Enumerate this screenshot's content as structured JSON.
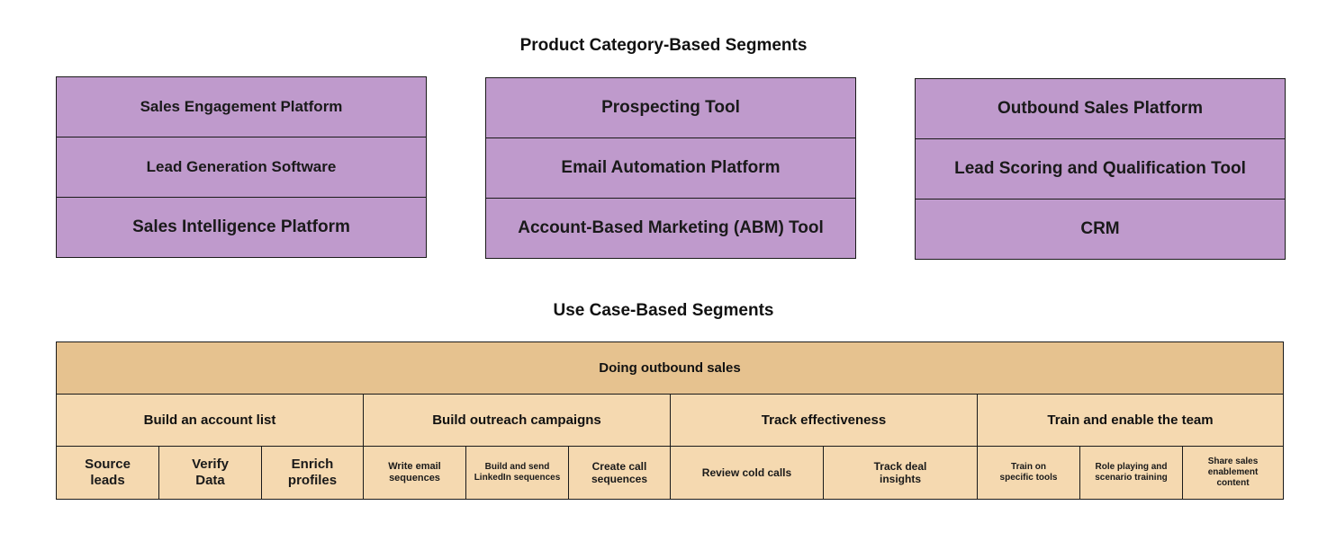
{
  "product_section": {
    "title": "Product Category-Based Segments",
    "groups": [
      {
        "items": [
          "Sales Engagement Platform",
          "Lead Generation Software",
          "Sales Intelligence Platform"
        ]
      },
      {
        "items": [
          "Prospecting Tool",
          "Email Automation Platform",
          "Account-Based Marketing (ABM) Tool"
        ]
      },
      {
        "items": [
          "Outbound Sales Platform",
          "Lead Scoring and Qualification Tool",
          "CRM"
        ]
      }
    ]
  },
  "usecase_section": {
    "title": "Use Case-Based Segments",
    "root": "Doing outbound sales",
    "groups": [
      {
        "label": "Build an account list",
        "leaves": [
          "Source\nleads",
          "Verify\nData",
          "Enrich\nprofiles"
        ]
      },
      {
        "label": "Build outreach campaigns",
        "leaves": [
          "Write email\nsequences",
          "Build and send\nLinkedIn sequences",
          "Create call\nsequences"
        ]
      },
      {
        "label": "Track effectiveness",
        "leaves": [
          "Review cold calls",
          "Track deal\ninsights"
        ]
      },
      {
        "label": "Train and enable the team",
        "leaves": [
          "Train on\nspecific tools",
          "Role playing and\nscenario training",
          "Share sales\nenablement\ncontent"
        ]
      }
    ]
  },
  "colors": {
    "product_fill": "#bf9acc",
    "usecase_root_fill": "#e6c28f",
    "usecase_fill": "#f5d9b0",
    "border": "#1a1a1a"
  }
}
